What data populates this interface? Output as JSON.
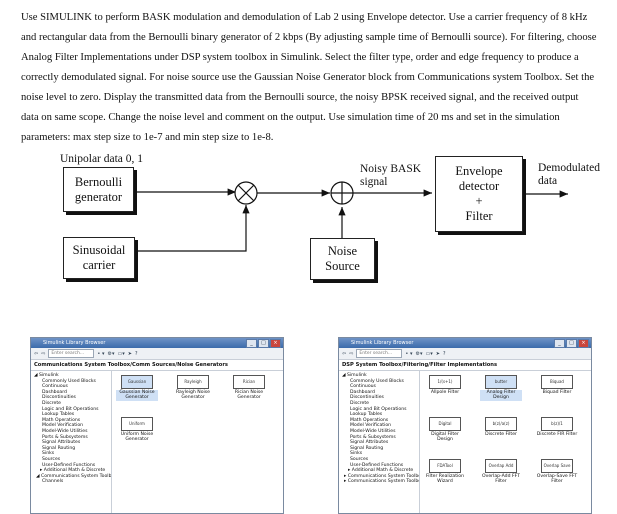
{
  "instructions": {
    "lines": [
      "Use SIMULINK to perform BASK modulation and demodulation of Lab 2 using Envelope detector. Use a carrier frequency of 8 kHz",
      "and rectangular data from the Bernoulli binary generator of 2 kbps (By adjusting sample time of Bernoulli source). For filtering, choose",
      "Analog Filter Implementations under DSP system toolbox in Simulink. Select the filter type, order and edge frequency to produce a",
      "correctly demodulated signal. For noise source use the Gaussian Noise Generator block from Communications system Toolbox. Set the",
      "noise level to zero. Display the transmitted data from the Bernoulli source, the noisy BPSK received signal, and the received output",
      "data on same scope. Change the noise level and comment on the output. Use simulation time of 20 ms and set in the simulation",
      "parameters: max step size to 1e-7 and min step size to 1e-8."
    ]
  },
  "diagram": {
    "unipolar_label": "Unipolar data 0, 1",
    "bernoulli": [
      "Bernoulli",
      "generator"
    ],
    "sinusoidal": [
      "Sinusoidal",
      "carrier"
    ],
    "noisy_label": [
      "Noisy BASK",
      "signal"
    ],
    "noise_source": [
      "Noise",
      "Source"
    ],
    "envelope": [
      "Envelope",
      "detector",
      "+",
      "Filter"
    ],
    "demod_label": [
      "Demodulated",
      "data"
    ]
  },
  "window_left": {
    "title": "Simulink Library Browser",
    "search_placeholder": "Enter search...",
    "path": "Communications System Toolbox/Comm Sources/Noise Generators",
    "tree": [
      {
        "label": "◢ Simulink",
        "level": "top"
      },
      {
        "label": "Commonly Used Blocks",
        "level": "item"
      },
      {
        "label": "Continuous",
        "level": "item"
      },
      {
        "label": "Dashboard",
        "level": "item"
      },
      {
        "label": "Discontinuities",
        "level": "item"
      },
      {
        "label": "Discrete",
        "level": "item"
      },
      {
        "label": "Logic and Bit Operations",
        "level": "item"
      },
      {
        "label": "Lookup Tables",
        "level": "item"
      },
      {
        "label": "Math Operations",
        "level": "item"
      },
      {
        "label": "Model Verification",
        "level": "item"
      },
      {
        "label": "Model-Wide Utilities",
        "level": "item"
      },
      {
        "label": "Ports & Subsystems",
        "level": "item"
      },
      {
        "label": "Signal Attributes",
        "level": "item"
      },
      {
        "label": "Signal Routing",
        "level": "item"
      },
      {
        "label": "Sinks",
        "level": "item"
      },
      {
        "label": "Sources",
        "level": "item"
      },
      {
        "label": "User-Defined Functions",
        "level": "item"
      },
      {
        "label": "▸ Additional Math & Discrete",
        "level": "sub2"
      },
      {
        "label": "◢ Communications System Toolbox",
        "level": "sub"
      },
      {
        "label": "Channels",
        "level": "item"
      }
    ],
    "blocks": [
      {
        "icon": "Gaussian",
        "label": "Gaussian Noise Generator",
        "selected": true
      },
      {
        "icon": "Rayleigh",
        "label": "Rayleigh Noise Generator",
        "selected": false
      },
      {
        "icon": "Rician",
        "label": "Rician Noise Generator",
        "selected": false
      },
      {
        "icon": "Uniform",
        "label": "Uniform Noise Generator",
        "selected": false
      }
    ]
  },
  "window_right": {
    "title": "Simulink Library Browser",
    "search_placeholder": "Enter search...",
    "path": "DSP System Toolbox/Filtering/Filter Implementations",
    "tree": [
      {
        "label": "◢ Simulink",
        "level": "top"
      },
      {
        "label": "Commonly Used Blocks",
        "level": "item"
      },
      {
        "label": "Continuous",
        "level": "item"
      },
      {
        "label": "Dashboard",
        "level": "item"
      },
      {
        "label": "Discontinuities",
        "level": "item"
      },
      {
        "label": "Discrete",
        "level": "item"
      },
      {
        "label": "Logic and Bit Operations",
        "level": "item"
      },
      {
        "label": "Lookup Tables",
        "level": "item"
      },
      {
        "label": "Math Operations",
        "level": "item"
      },
      {
        "label": "Model Verification",
        "level": "item"
      },
      {
        "label": "Model-Wide Utilities",
        "level": "item"
      },
      {
        "label": "Ports & Subsystems",
        "level": "item"
      },
      {
        "label": "Signal Attributes",
        "level": "item"
      },
      {
        "label": "Signal Routing",
        "level": "item"
      },
      {
        "label": "Sinks",
        "level": "item"
      },
      {
        "label": "Sources",
        "level": "item"
      },
      {
        "label": "User-Defined Functions",
        "level": "item"
      },
      {
        "label": "▸ Additional Math & Discrete",
        "level": "sub2"
      },
      {
        "label": "▸ Communications System Toolbox",
        "level": "sub"
      },
      {
        "label": "▸ Communications System Toolbox",
        "level": "sub"
      }
    ],
    "blocks": [
      {
        "icon": "1/(s+1)",
        "label": "Allpole Filter",
        "selected": false
      },
      {
        "icon": "butter",
        "label": "Analog Filter Design",
        "selected": true
      },
      {
        "icon": "Biquad",
        "label": "Biquad Filter",
        "selected": false
      },
      {
        "icon": "Digital",
        "label": "Digital Filter Design",
        "selected": false
      },
      {
        "icon": "b(z)/a(z)",
        "label": "Discrete Filter",
        "selected": false
      },
      {
        "icon": "b(z)/1",
        "label": "Discrete FIR Filter",
        "selected": false
      },
      {
        "icon": "FDATool",
        "label": "Filter Realization Wizard",
        "selected": false
      },
      {
        "icon": "Overlap Add",
        "label": "Overlap-Add FFT Filter",
        "selected": false
      },
      {
        "icon": "Overlap Save",
        "label": "Overlap-Save FFT Filter",
        "selected": false
      }
    ]
  }
}
